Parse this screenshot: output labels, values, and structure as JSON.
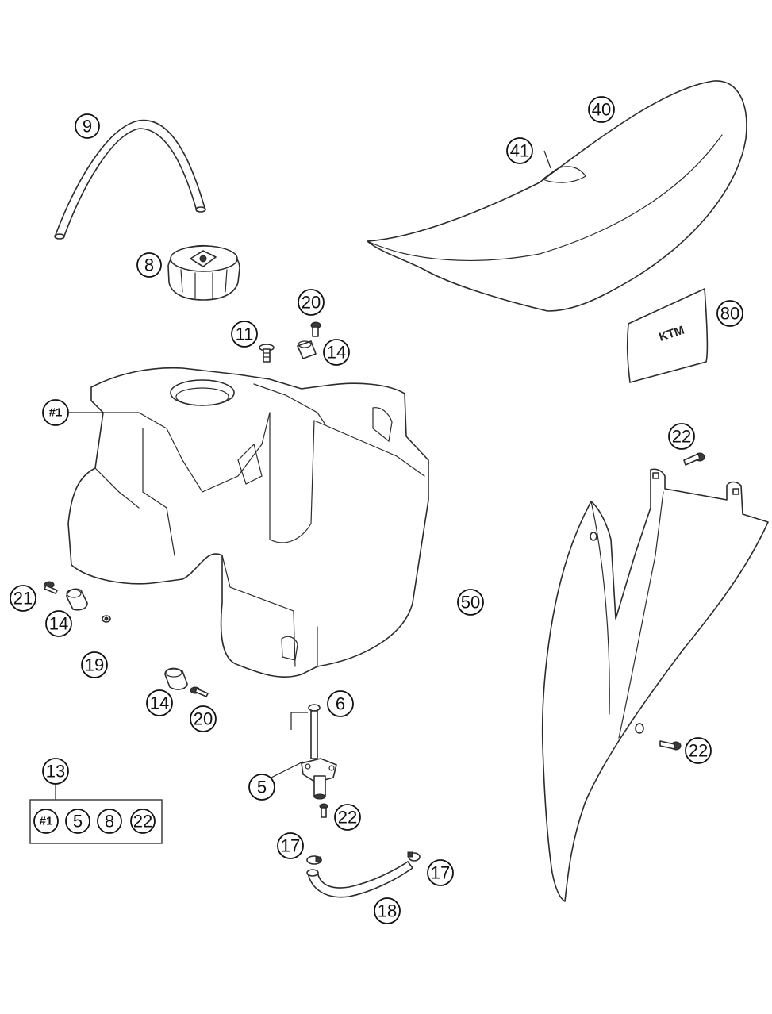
{
  "parts": {
    "tank_label": "#1",
    "spare_seat_cover_label": "41",
    "seat_label": "40",
    "decal_label": "80",
    "hose_top_label": "9",
    "filler_cap_label": "8",
    "screw_11_label": "11",
    "screw_20a_label": "20",
    "spacer_14a_label": "14",
    "screw_21_label": "21",
    "spacer_14b_label": "14",
    "nut_19_label": "19",
    "spacer_14c_label": "14",
    "screw_20b_label": "20",
    "oring_6_label": "6",
    "tap_5_label": "5",
    "screw_22a_label": "22",
    "clamp_17a_label": "17",
    "clamp_17b_label": "17",
    "hose_18_label": "18",
    "spoiler_50_label": "50",
    "screw_22b_label": "22",
    "screw_22c_label": "22"
  },
  "kit": {
    "label": "13",
    "items": [
      "#1",
      "5",
      "8",
      "22"
    ]
  },
  "colors": {
    "line": "#2b2b2b",
    "background": "#ffffff"
  }
}
